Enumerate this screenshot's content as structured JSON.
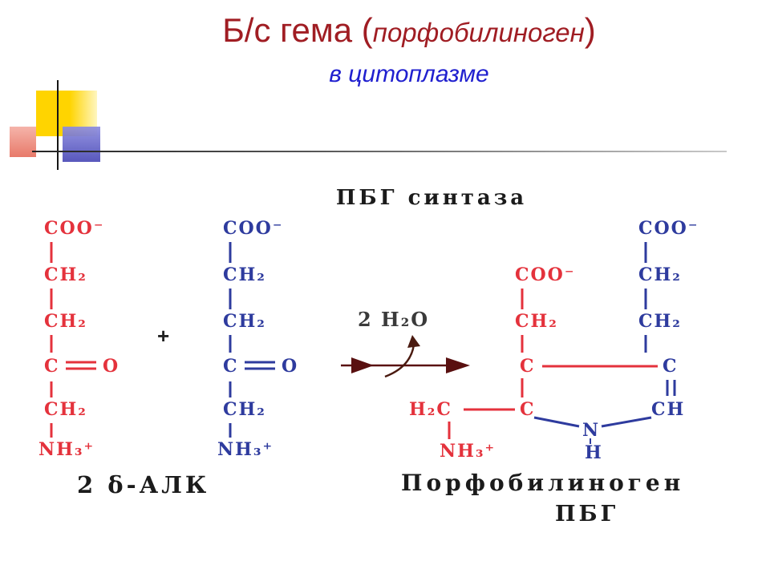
{
  "title": {
    "main_prefix": "Б/с гема (",
    "main_italic": "порфобилиноген",
    "main_suffix": ")",
    "subtitle": "в цитоплазме"
  },
  "reaction": {
    "enzyme": "ПБГ синтаза",
    "plus": "+",
    "byproduct": "2 H₂O",
    "substrate_label": "2 δ-АЛК",
    "product_label": "Порфобилиноген",
    "product_abbr": "ПБГ"
  },
  "molecules": {
    "ala_red": {
      "g1": "COO⁻",
      "g2": "CH₂",
      "g3": "CH₂",
      "g4a": "C",
      "g4b": "O",
      "g5": "CH₂",
      "g6": "NH₃⁺"
    },
    "ala_blue": {
      "g1": "COO⁻",
      "g2": "CH₂",
      "g3": "CH₂",
      "g4a": "C",
      "g4b": "O",
      "g5": "CH₂",
      "g6": "NH₃⁺"
    },
    "pbg": {
      "red_coo": "COO⁻",
      "red_ch2": "CH₂",
      "red_c_top": "C",
      "red_c_ring": "C",
      "red_h2c": "H₂C",
      "red_nh3": "NH₃⁺",
      "blue_coo": "COO⁻",
      "blue_ch2a": "CH₂",
      "blue_ch2b": "CH₂",
      "blue_c": "C",
      "blue_ch": "CH",
      "blue_n": "N",
      "blue_h": "H"
    }
  },
  "colors": {
    "title_red": "#a01d23",
    "subtitle_blue": "#2020cf",
    "formula_red": "#e4323c",
    "formula_blue": "#2e3b9e",
    "arrow_dark": "#591010",
    "deco_yellow": "#ffd400",
    "deco_blue": "#4a49b6",
    "deco_pink": "#e87a6a"
  }
}
